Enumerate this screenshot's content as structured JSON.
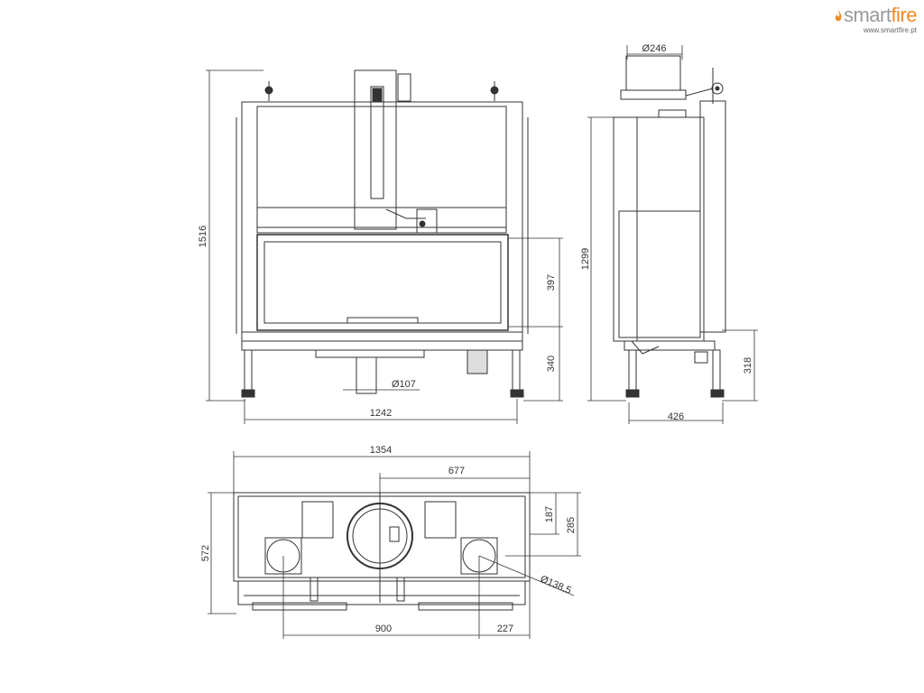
{
  "brand": {
    "name_prefix": "smart",
    "name_suffix": "fire",
    "url": "www.smartfire.pt",
    "accent_color": "#f08a24",
    "text_color": "#9a9a9a",
    "icon": "flame-icon"
  },
  "front_view": {
    "height_total": "1516",
    "width": "1242",
    "flue_diameter": "Ø107",
    "glass_height": "397",
    "base_height": "340"
  },
  "side_view": {
    "flue_diameter": "Ø246",
    "height": "1299",
    "depth": "426",
    "leg_height": "318"
  },
  "top_view": {
    "width_total": "1354",
    "half_width": "677",
    "depth": "572",
    "offset_a": "187",
    "offset_b": "285",
    "air_diameter": "Ø138,5",
    "inlet_spacing": "900",
    "edge_offset": "227"
  },
  "line_color": "#333333"
}
